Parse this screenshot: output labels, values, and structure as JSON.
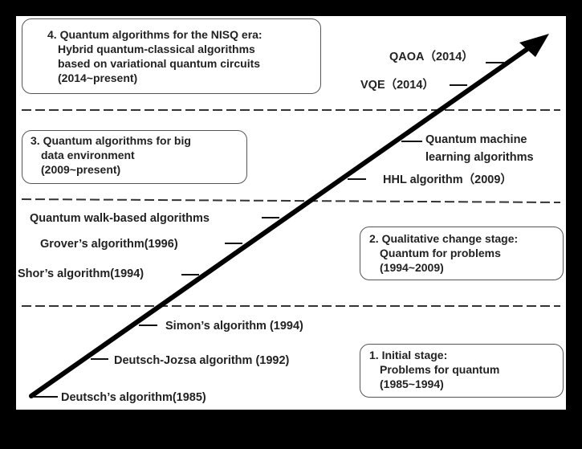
{
  "diagram": {
    "type": "timeline",
    "description": "Development stages of quantum algorithms along a rising arrow",
    "stages": [
      {
        "number": "1.",
        "title_line": "1. Initial stage:",
        "subtitle": "Problems for quantum",
        "period": "(1985~1994)"
      },
      {
        "number": "2.",
        "title_line": "2. Qualitative change stage:",
        "subtitle": "Quantum for problems",
        "period": "(1994~2009)"
      },
      {
        "number": "3.",
        "title_line": "3. Quantum algorithms for big",
        "subtitle": "data environment",
        "period": "(2009~present)"
      },
      {
        "number": "4.",
        "title_line": "4. Quantum algorithms for the NISQ era:",
        "subtitle": "Hybrid quantum-classical algorithms",
        "subtitle2": "based on variational quantum circuits",
        "period": "(2014~present)"
      }
    ],
    "milestones": [
      {
        "label": "Deutsch’s algorithm(1985)",
        "stage": 1
      },
      {
        "label": "Deutsch-Jozsa  algorithm (1992)",
        "stage": 1
      },
      {
        "label": "Simon’s algorithm (1994)",
        "stage": 1
      },
      {
        "label": "Shor’s algorithm(1994)",
        "stage": 2
      },
      {
        "label": "Grover’s algorithm(1996)",
        "stage": 2
      },
      {
        "label": "Quantum walk-based algorithms",
        "stage": 2
      },
      {
        "label": "HHL algorithm（2009）",
        "stage": 3
      },
      {
        "label_line1": "Quantum machine",
        "label_line2": "learning algorithms",
        "stage": 3
      },
      {
        "label": "VQE（2014）",
        "stage": 4
      },
      {
        "label": "QAOA（2014）",
        "stage": 4
      }
    ],
    "colors": {
      "background": "#000000",
      "panel": "#ffffff",
      "arrow": "#000000",
      "text": "#222222",
      "box_border": "#555555",
      "dash": "#333333"
    }
  }
}
